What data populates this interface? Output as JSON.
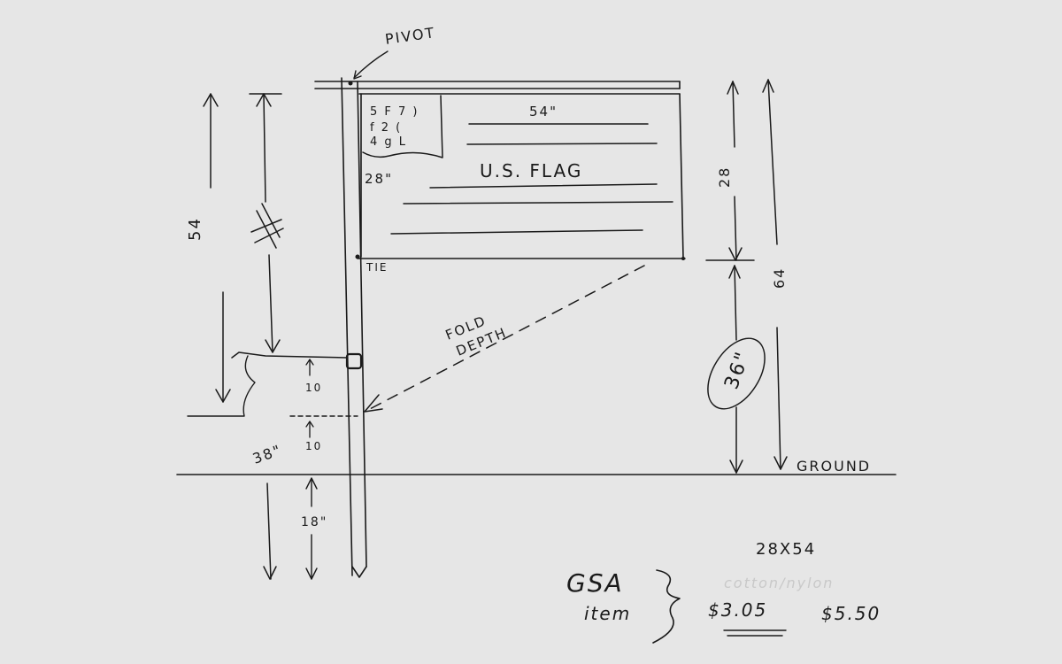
{
  "labels": {
    "pivot": "PIVOT",
    "flag_width": "54\"",
    "flag_height": "28\"",
    "flag_name": "U.S. FLAG",
    "tie": "TIE",
    "fold_depth_1": "FOLD",
    "fold_depth_2": "DEPTH",
    "left_dim": "54",
    "dim_10_a": "10",
    "dim_10_b": "10",
    "dim_38": "38\"",
    "dim_18": "18\"",
    "right_28": "28",
    "right_64": "64",
    "right_36": "36\"",
    "ground": "GROUND",
    "size": "28X54",
    "gsa": "GSA",
    "item": "item",
    "faint_note": "cotton/nylon",
    "price_1": "$3.05",
    "price_2": "$5.50"
  }
}
